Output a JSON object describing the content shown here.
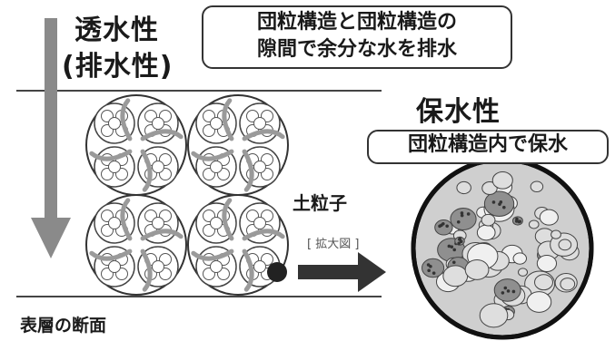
{
  "permeability": {
    "line1": "透水性",
    "line2": "(排水性)"
  },
  "drainage_note": {
    "line1": "団粒構造と団粒構造の",
    "line2": "隙間で余分な水を排水"
  },
  "retention": {
    "title": "保水性",
    "note": "団粒構造内で保水"
  },
  "labels": {
    "soil_particle": "土粒子",
    "enlarged": "[ 拡大図 ]",
    "cross_section": "表層の断面"
  },
  "colors": {
    "arrow_gray": "#8a8a8a",
    "dark": "#222222",
    "particle_light": "#d9d9d9",
    "particle_mid": "#9a9a9a"
  }
}
